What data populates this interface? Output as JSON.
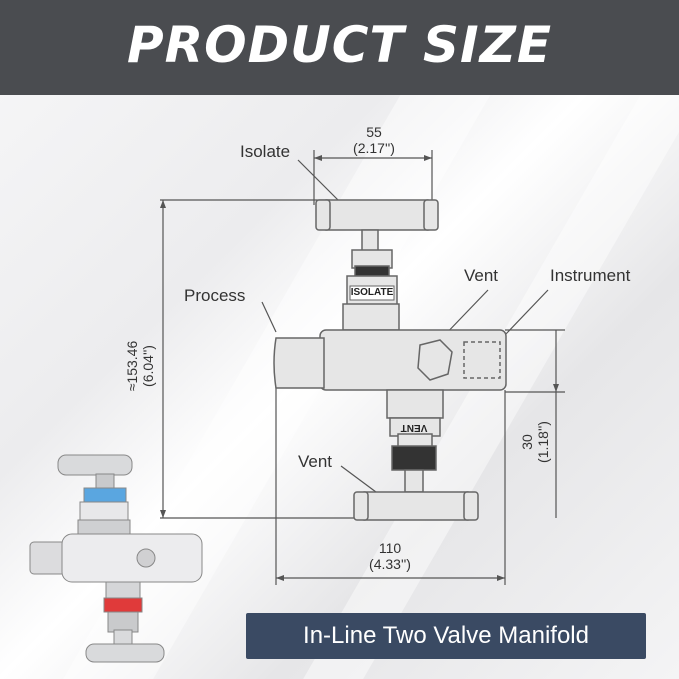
{
  "header": {
    "title": "PRODUCT SIZE"
  },
  "labels": {
    "isolate": "Isolate",
    "process": "Process",
    "vent_top": "Vent",
    "instrument": "Instrument",
    "vent_bottom": "Vent",
    "stamp_isolate": "ISOLATE",
    "stamp_vent": "VENT"
  },
  "dimensions": {
    "width_top_mm": "55",
    "width_top_in": "(2.17'')",
    "height_mm": "≈153.46",
    "height_in": "(6.04'')",
    "offset_mm": "30",
    "offset_in": "(1.18'')",
    "length_mm": "110",
    "length_in": "(4.33'')"
  },
  "caption": "In-Line Two Valve Manifold",
  "colors": {
    "header_bg": "#4a4c50",
    "caption_bg": "#3a4a63",
    "isolate_band": "#5aa6e0",
    "vent_band": "#e03a3a"
  }
}
